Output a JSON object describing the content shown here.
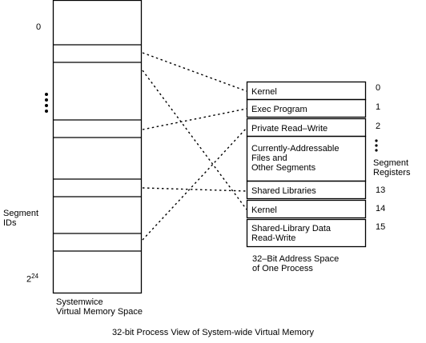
{
  "left_column": {
    "top_index": "0",
    "bottom_index_base": "2",
    "bottom_index_exp": "24",
    "side_label": "Segment\nIDs",
    "caption": "Systemwice\nVirtual Memory Space"
  },
  "address_space": {
    "segments": [
      {
        "label": "Kernel",
        "number": "0"
      },
      {
        "label": "Exec Program",
        "number": "1"
      },
      {
        "label": "Private Read–Write",
        "number": "2"
      },
      {
        "label": "Currently-Addressable\nFiles and\nOther Segments",
        "number": ""
      },
      {
        "label": "Shared Libraries",
        "number": "13"
      },
      {
        "label": "Kernel",
        "number": "14"
      },
      {
        "label": "Shared-Library Data\nRead-Write",
        "number": "15"
      }
    ],
    "side_label": "Segment\nRegisters",
    "caption": "32–Bit Address Space\nof One Process"
  },
  "figure_caption": "32-bit Process View of System-wide Virtual Memory"
}
